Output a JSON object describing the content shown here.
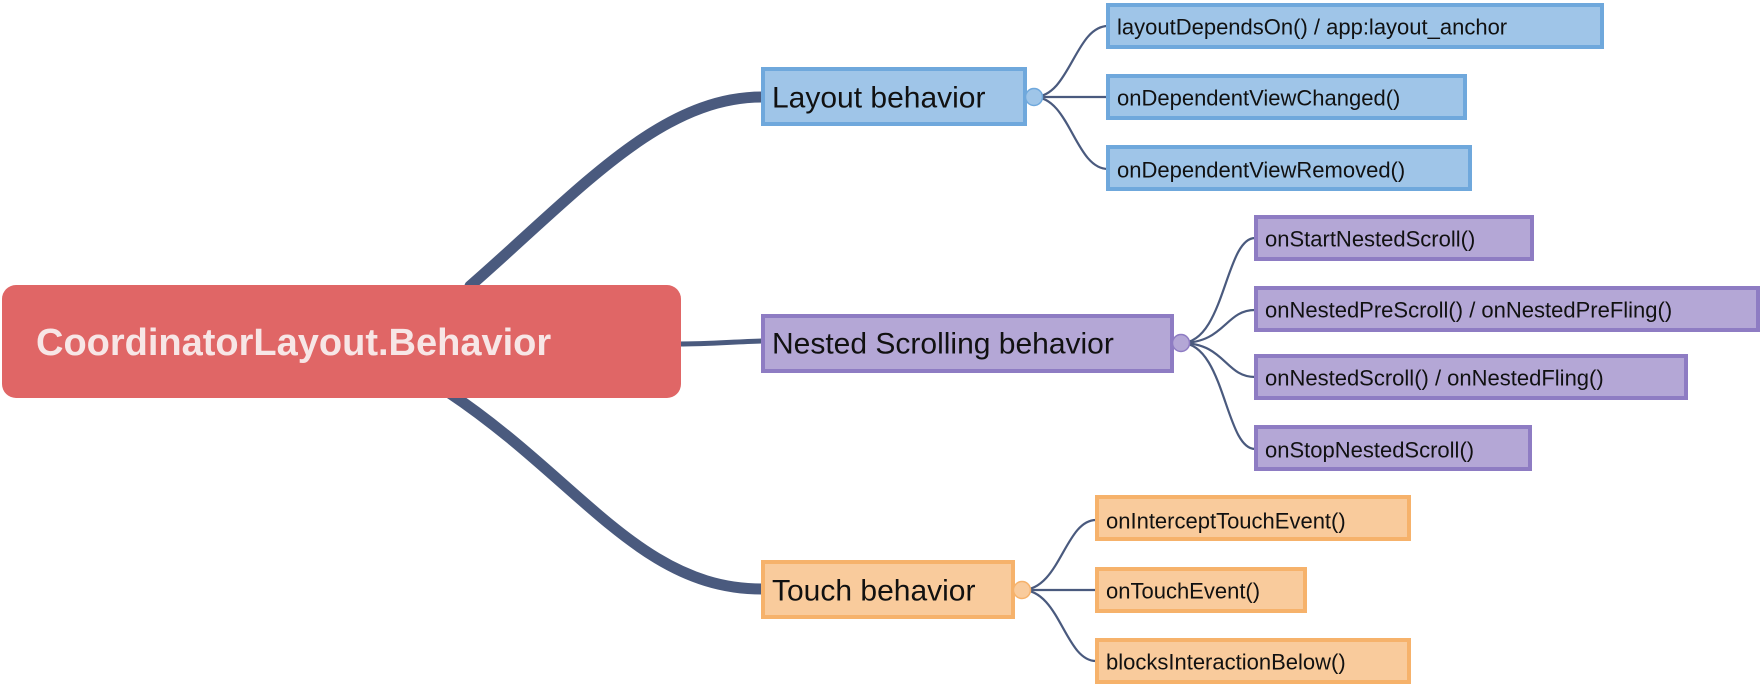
{
  "root": {
    "label": "CoordinatorLayout.Behavior",
    "fill": "#e06666",
    "text_color": "#f7e6e6"
  },
  "connector_color": "#4a5a7e",
  "branches": [
    {
      "id": "layout",
      "label": "Layout behavior",
      "fill": "#9fc5e8",
      "border": "#6fa8dc",
      "children": [
        "layoutDependsOn() / app:layout_anchor",
        "onDependentViewChanged()",
        "onDependentViewRemoved()"
      ]
    },
    {
      "id": "nested-scrolling",
      "label": "Nested Scrolling behavior",
      "fill": "#b4a7d6",
      "border": "#8e7cc3",
      "children": [
        "onStartNestedScroll()",
        "onNestedPreScroll() / onNestedPreFling()",
        "onNestedScroll() / onNestedFling()",
        "onStopNestedScroll()"
      ]
    },
    {
      "id": "touch",
      "label": "Touch behavior",
      "fill": "#f9cb9c",
      "border": "#f6b26b",
      "children": [
        "onInterceptTouchEvent()",
        "onTouchEvent()",
        "blocksInteractionBelow()"
      ]
    }
  ]
}
